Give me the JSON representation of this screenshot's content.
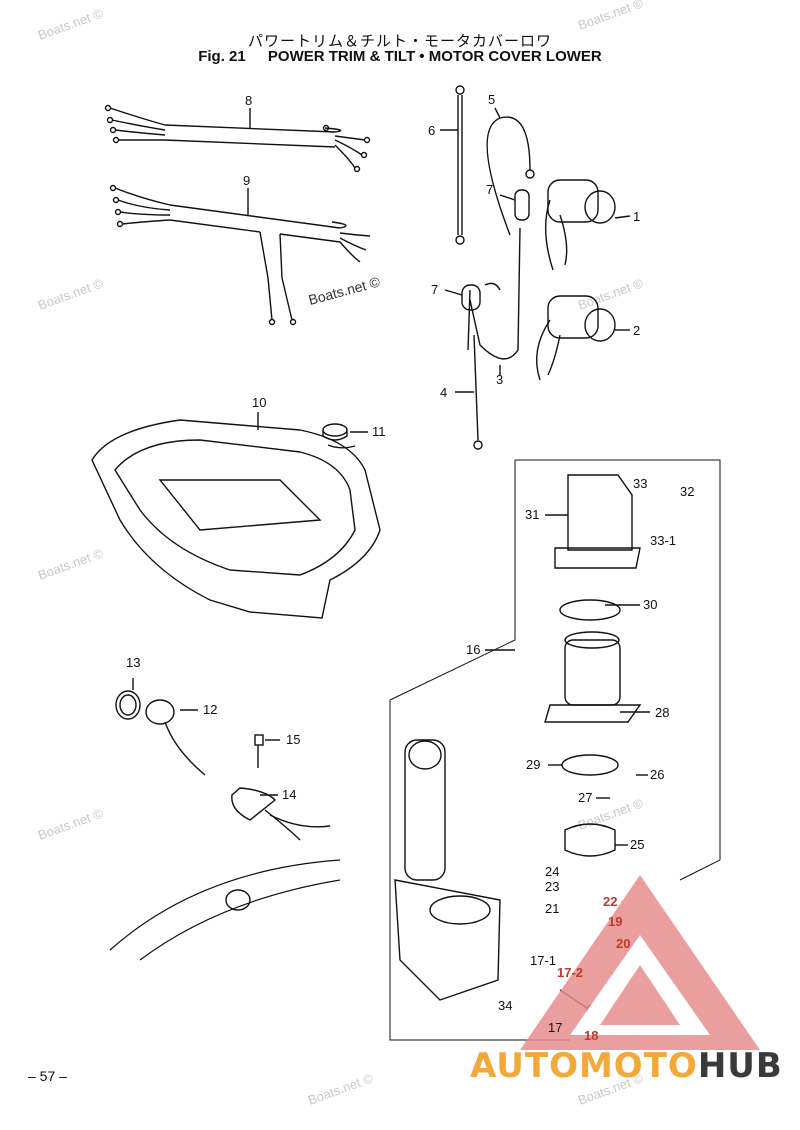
{
  "title_jp": "パワートリム＆チルト・モータカバーロワ",
  "fig_label": "Fig. 21",
  "title_en": "POWER TRIM & TILT • MOTOR COVER LOWER",
  "page_number": "– 57 –",
  "watermark": "Boats.net ©",
  "logo": {
    "part1": "AUTOMOTO",
    "part2": "HUB"
  },
  "callouts": {
    "c1": "1",
    "c2": "2",
    "c3": "3",
    "c4": "4",
    "c5": "5",
    "c6": "6",
    "c7a": "7",
    "c7b": "7",
    "c8": "8",
    "c9": "9",
    "c10": "10",
    "c11": "11",
    "c12": "12",
    "c13": "13",
    "c14": "14",
    "c15": "15",
    "c16": "16",
    "c17": "17",
    "c17_1": "17-1",
    "c17_2": "17-2",
    "c18": "18",
    "c19": "19",
    "c20": "20",
    "c21": "21",
    "c22": "22",
    "c23": "23",
    "c24": "24",
    "c25": "25",
    "c26": "26",
    "c27": "27",
    "c28": "28",
    "c29": "29",
    "c30": "30",
    "c31": "31",
    "c32": "32",
    "c33": "33",
    "c33_1": "33-1",
    "c34": "34"
  }
}
